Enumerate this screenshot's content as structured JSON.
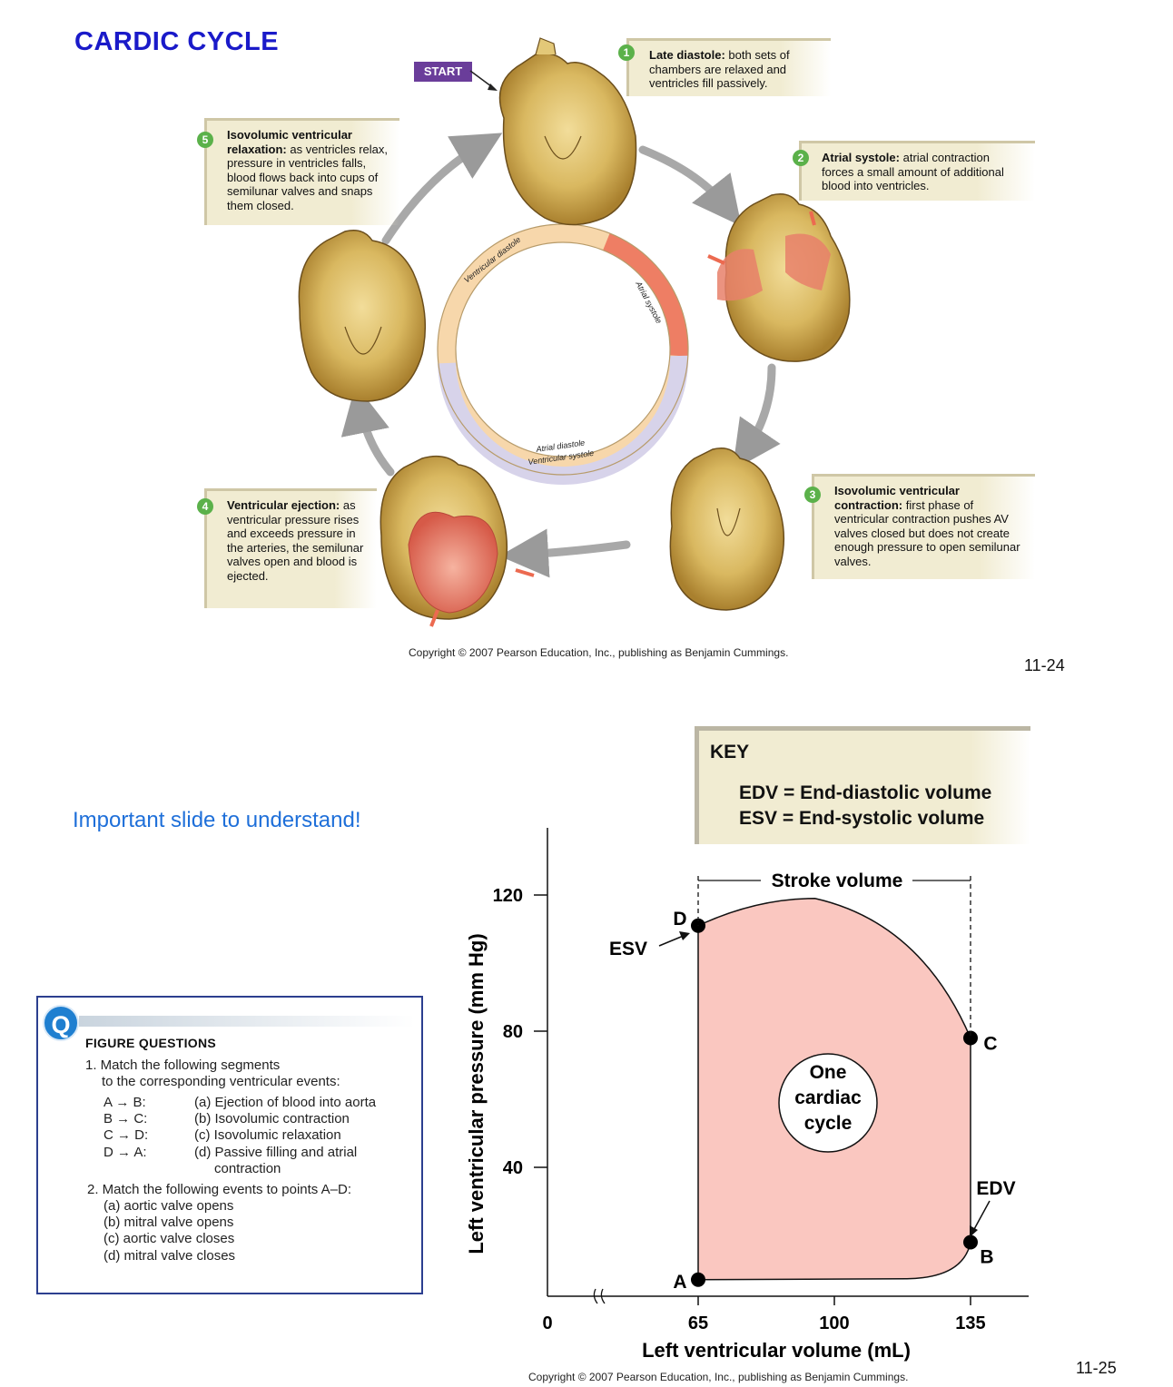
{
  "title": "CARDIC CYCLE",
  "start_label": "START",
  "phases": [
    {
      "num": "1",
      "bold": "Late diastole:",
      "text": " both sets of chambers are relaxed and ventricles fill passively."
    },
    {
      "num": "2",
      "bold": "Atrial systole:",
      "text": " atrial contraction forces a small amount of additional blood into ventricles."
    },
    {
      "num": "3",
      "bold": "Isovolumic ventricular contraction:",
      "text": " first phase of ventricular contraction pushes AV valves closed but does not create enough pressure to open semilunar valves."
    },
    {
      "num": "4",
      "bold": "Ventricular ejection:",
      "text": " as ventricular pressure rises and exceeds pressure in the arteries, the semilunar valves open and blood is ejected."
    },
    {
      "num": "5",
      "bold": "Isovolumic ventricular relaxation:",
      "text": " as ventricles relax, pressure in ventricles falls, blood flows back into cups of semilunar valves and snaps them closed."
    }
  ],
  "ring_labels": {
    "ventricular_diastole": "Ventricular diastole",
    "atrial_systole": "Atrial systole",
    "atrial_diastole": "Atrial diastole",
    "ventricular_systole": "Ventricular systole"
  },
  "copyright": "Copyright © 2007 Pearson Education, Inc., publishing as Benjamin Cummings.",
  "slide_num_1": "11-24",
  "slide_num_2": "11-25",
  "important_note": "Important slide to understand!",
  "key": {
    "title": "KEY",
    "edv": "EDV = End-diastolic volume",
    "esv": "ESV = End-systolic volume"
  },
  "figure_questions": {
    "q_icon": "Q",
    "title": "FIGURE QUESTIONS",
    "q1_intro_1": "1. Match the following segments",
    "q1_intro_2": "to the corresponding ventricular events:",
    "segments": [
      "A → B:",
      "B → C:",
      "C → D:",
      "D → A:"
    ],
    "events": [
      "(a) Ejection of blood into aorta",
      "(b) Isovolumic contraction",
      "(c) Isovolumic relaxation",
      "(d) Passive filling and atrial"
    ],
    "event_d_cont": "contraction",
    "q2_intro": "2. Match the following events to points A–D:",
    "q2_items": [
      "(a) aortic valve opens",
      "(b) mitral valve opens",
      "(c) aortic valve closes",
      "(d) mitral valve closes"
    ]
  },
  "chart_data": {
    "type": "line",
    "xlabel": "Left ventricular volume (mL)",
    "ylabel": "Left ventricular pressure (mm Hg)",
    "x_ticks": [
      0,
      65,
      100,
      135
    ],
    "y_ticks": [
      40,
      80,
      120
    ],
    "points": [
      {
        "label": "A",
        "x": 65,
        "y": 7
      },
      {
        "label": "B",
        "x": 135,
        "y": 18
      },
      {
        "label": "C",
        "x": 135,
        "y": 78
      },
      {
        "label": "D",
        "x": 65,
        "y": 111
      }
    ],
    "annotations": {
      "stroke_volume": "Stroke volume",
      "esv": "ESV",
      "edv": "EDV",
      "center_1": "One",
      "center_2": "cardiac",
      "center_3": "cycle"
    }
  }
}
